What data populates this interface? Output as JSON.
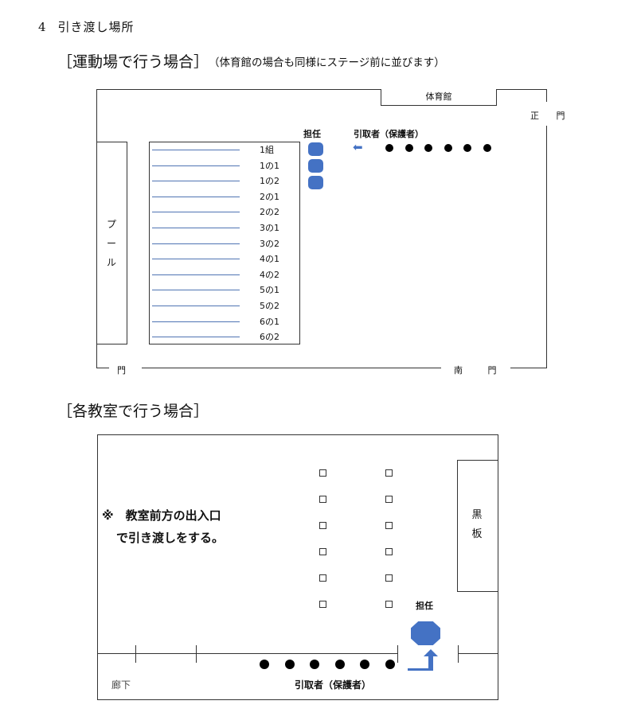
{
  "section": {
    "number": "4",
    "title": "引き渡し場所"
  },
  "grounds": {
    "title": "［運動場で行う場合］",
    "note": "（体育館の場合も同様にステージ前に並びます）",
    "gym_label": "体育館",
    "main_gate": "正 門",
    "pool_label": "プール",
    "west_gate": "門",
    "south_gate": "南 門",
    "teacher_label": "担任",
    "parent_label": "引取者（保護者）",
    "arrow_glyph": "⬅",
    "class_rows": [
      "1組",
      "1の1",
      "1の2",
      "2の1",
      "2の2",
      "3の1",
      "3の2",
      "4の1",
      "4の2",
      "5の1",
      "5の2",
      "6の1",
      "6の2"
    ],
    "teacher_count": 3,
    "parent_dot_count": 6,
    "accent_color": "#4472c4",
    "line_color": "#4f74b3"
  },
  "classroom": {
    "title": "［各教室で行う場合］",
    "note_line1": "※　教室前方の出入口",
    "note_line2": "で引き渡しをする。",
    "blackboard_label": "黒板",
    "teacher_label": "担任",
    "parent_label": "引取者（保護者）",
    "corridor_label": "廊下",
    "desk_rows": 6,
    "desk_columns": 2,
    "parent_dot_count": 6,
    "accent_color": "#4472c4"
  }
}
